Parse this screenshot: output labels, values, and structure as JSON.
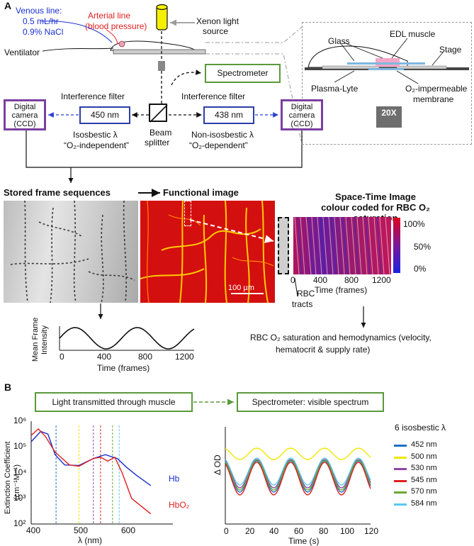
{
  "panel_a": {
    "letter": "A",
    "venous_line": [
      "Venous line:",
      "0.5 mL/hr",
      "0.9% NaCl"
    ],
    "arterial_line": [
      "Arterial line",
      "(blood pressure)"
    ],
    "ventilator": "Ventilator",
    "xenon": [
      "Xenon light",
      "source"
    ],
    "spectrometer": "Spectrometer",
    "inset": {
      "glass": "Glass",
      "edl_muscle": "EDL muscle",
      "stage": "Stage",
      "plasma_lyte": "Plasma-Lyte",
      "objective": "20X",
      "membrane": [
        "O₂-impermeable",
        "membrane"
      ]
    },
    "left_camera": [
      "Digital",
      "camera",
      "(CCD)"
    ],
    "right_camera": [
      "Digital",
      "camera",
      "(CCD)"
    ],
    "left_filter_title": "Interference filter",
    "right_filter_title": "Interference filter",
    "left_filter_value": "450 nm",
    "right_filter_value": "438 nm",
    "left_lambda": [
      "Isosbestic λ",
      "“O₂-independent”"
    ],
    "right_lambda": [
      "Non-isosbestic λ",
      "“O₂-dependent”"
    ],
    "beam_splitter": [
      "Beam",
      "splitter"
    ],
    "stored_frames": "Stored frame sequences",
    "functional_image": "Functional image",
    "scale_bar": "100 µm",
    "space_time_title": [
      "Space-Time Image",
      "colour coded for RBC O₂",
      "saturation"
    ],
    "colorbar_ticks": [
      "100%",
      "50%",
      "0%"
    ],
    "st_x_ticks": [
      "0",
      "400",
      "800",
      "1200"
    ],
    "st_xlabel": "Time (frames)",
    "rbc_tracts": [
      "RBC",
      "tracts"
    ],
    "rbc_summary": [
      "RBC O₂ saturation and hemodynamics (velocity,",
      "hematocrit & supply rate)"
    ],
    "mean_frame_ylabel": [
      "Mean Frame",
      "Intensity"
    ],
    "mean_frame_xlabel": "Time (frames)",
    "mean_frame_x_ticks": [
      "0",
      "400",
      "800",
      "1200"
    ]
  },
  "panel_b": {
    "letter": "B",
    "light_box": "Light transmitted through muscle",
    "spec_box": "Spectrometer: visible spectrum",
    "legend_title": "6 isosbestic λ",
    "wavelengths": [
      {
        "label": "452 nm",
        "color": "#1f6fc5"
      },
      {
        "label": "500 nm",
        "color": "#f2e600"
      },
      {
        "label": "530 nm",
        "color": "#8e44ad"
      },
      {
        "label": "545 nm",
        "color": "#e02020"
      },
      {
        "label": "570 nm",
        "color": "#6aa832"
      },
      {
        "label": "584 nm",
        "color": "#5bc8f0"
      }
    ],
    "ext_ylabel": [
      "Extinction Coefficient",
      "(cm⁻¹M⁻¹)"
    ],
    "ext_y_ticks": [
      "10⁶",
      "10⁵",
      "10⁴",
      "10³",
      "10²"
    ],
    "ext_x_ticks": [
      "400",
      "500",
      "600"
    ],
    "ext_xlabel": "λ (nm)",
    "hb_label": "Hb",
    "hbo2_label": "HbO₂",
    "od_ylabel": "Δ OD",
    "od_x_ticks": [
      "0",
      "20",
      "40",
      "60",
      "80",
      "100",
      "120"
    ],
    "od_xlabel": "Time (s)"
  }
}
